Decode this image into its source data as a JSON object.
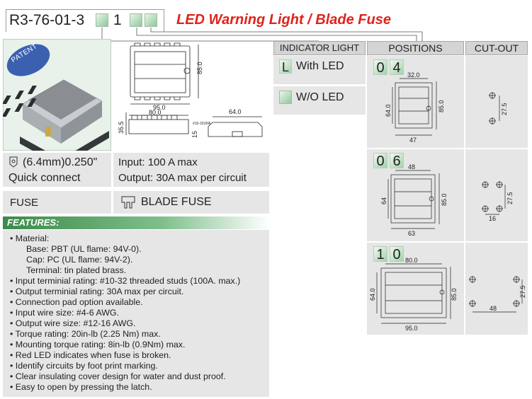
{
  "header": {
    "part_number": "R3-76-01-3",
    "digit": "1",
    "title": "LED Warning Light / Blade Fuse"
  },
  "product_image": {
    "badge": "PATENT"
  },
  "drawing": {
    "top_width": "95.0",
    "top_height": "85.0",
    "front_width": "80.0",
    "front_height": "35.5",
    "side_width": "64.0",
    "stud_label": "#10-32UNF",
    "stud_height": "15"
  },
  "terminal": {
    "line1": "(6.4mm)0.250\"",
    "line2": "Quick connect",
    "input": "Input: 100 A max",
    "output": "Output: 30A max per circuit"
  },
  "fuse": {
    "label": "FUSE",
    "value": "BLADE FUSE"
  },
  "features": {
    "heading": "FEATURES:",
    "lines": [
      "• Material:",
      "Base: PBT (UL flame: 94V-0).",
      "Cap: PC (UL flame: 94V-2).",
      "Terminal: tin plated brass.",
      "• Input terminial rating: #10-32 threaded studs (100A. max.)",
      "• Output terminial rating: 30A max per circuit.",
      "• Connection pad option available.",
      "• Input wire size: #4-6 AWG.",
      "• Output wire size: #12-16 AWG.",
      "• Torque rating: 20in-lb (2.25 Nm) max.",
      "• Mounting torque rating: 8in-lb (0.9Nm) max.",
      "• Red LED indicates when fuse is broken.",
      "• Identify circuits by foot print marking.",
      "• Clear insulating cover design for water and dust proof.",
      "• Easy to open by pressing the latch."
    ]
  },
  "indicator": {
    "header": "INDICATOR LIGHT",
    "options": [
      {
        "code": "L",
        "label": "With LED"
      },
      {
        "code": "",
        "label": "W/O LED"
      }
    ]
  },
  "positions": {
    "header": "POSITIONS",
    "cutout_header": "CUT-OUT",
    "rows": [
      {
        "d1": "0",
        "d2": "4",
        "width_top": "32.0",
        "height_left": "64.0",
        "height_right": "85.0",
        "width_bottom": "47",
        "cut_h": "27.5",
        "cut_w": ""
      },
      {
        "d1": "0",
        "d2": "6",
        "width_top": "48",
        "height_left": "64",
        "height_right": "85.0",
        "width_bottom": "63",
        "cut_h": "27.5",
        "cut_w": "16"
      },
      {
        "d1": "1",
        "d2": "0",
        "width_top": "80.0",
        "height_left": "64.0",
        "height_right": "85.0",
        "width_bottom": "95.0",
        "cut_h": "27.5",
        "cut_w": "48"
      }
    ]
  },
  "colors": {
    "title_red": "#e0231b",
    "feature_green": "#3b8a4a",
    "panel_gray": "#e6e6e6"
  }
}
